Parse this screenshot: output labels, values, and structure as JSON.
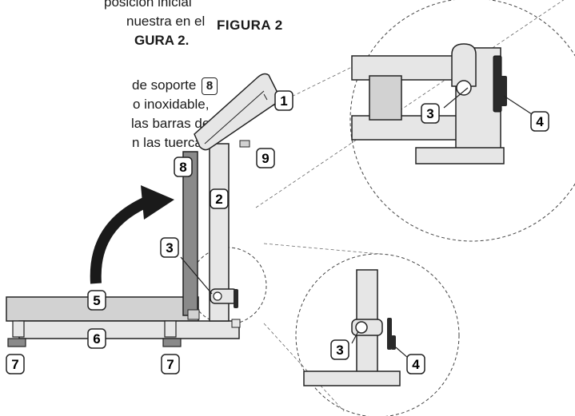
{
  "text_lines": [
    {
      "text": "posición inicial",
      "bold": false
    },
    {
      "text": "nuestra en el",
      "bold": false
    },
    {
      "text": "GURA 2.",
      "bold": true
    },
    {
      "text": "de soporte",
      "bold": false,
      "badge": "8"
    },
    {
      "text": "o inoxidable,",
      "bold": false
    },
    {
      "text": "las barras de",
      "bold": false
    },
    {
      "text": "n las tuercas",
      "bold": false
    }
  ],
  "figure_title": "FIGURA 2",
  "callouts": {
    "display": "1",
    "column": "2",
    "pivot_bolt": "3",
    "knob": "4",
    "arrow": "5",
    "base": "6",
    "foot_left": "7",
    "foot_right": "7",
    "support_bar": "8",
    "display_bottom": "9",
    "zoom_top_bolt": "3",
    "zoom_top_knob": "4",
    "zoom_bottom_bolt": "3",
    "zoom_bottom_knob": "4"
  },
  "colors": {
    "stroke": "#222222",
    "fill_light": "#e6e6e6",
    "fill_mid": "#d2d2d2",
    "fill_dark": "#8a8a8a",
    "arrow": "#1a1a1a",
    "knob": "#2a2a2a"
  }
}
